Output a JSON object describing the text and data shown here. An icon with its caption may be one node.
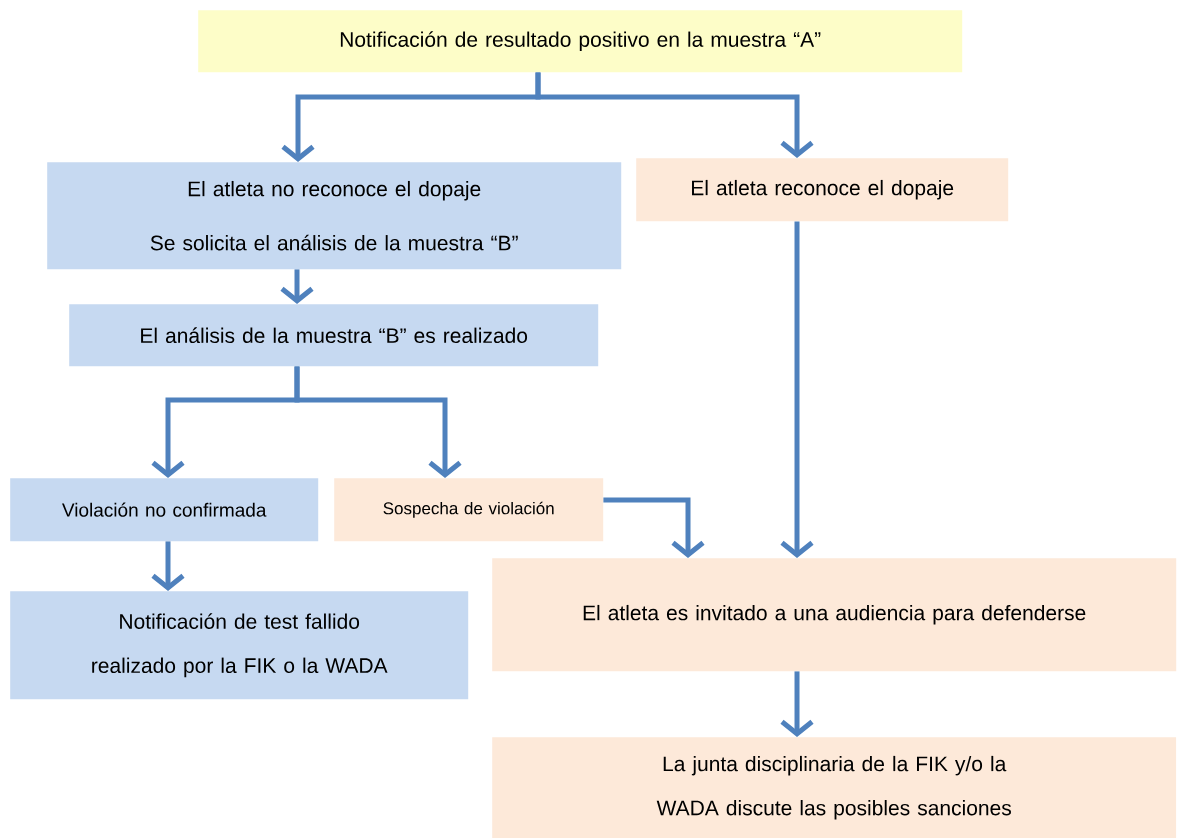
{
  "diagram": {
    "nodes": [
      {
        "text": [
          "Notificación de resultado positivo en la muestra “A”"
        ]
      },
      {
        "text": [
          "El atleta no reconoce el dopaje",
          "Se solicita el análisis de la muestra “B”"
        ]
      },
      {
        "text": [
          "El atleta reconoce el dopaje"
        ]
      },
      {
        "text": [
          "El análisis de la muestra “B” es realizado"
        ]
      },
      {
        "text": [
          "Violación no confirmada"
        ]
      },
      {
        "text": [
          "Sospecha de violación"
        ]
      },
      {
        "text": [
          "Notificación de test fallido realizado por la FIK o la WADA"
        ]
      },
      {
        "text": [
          "El atleta es invitado a una audiencia para defenderse"
        ]
      },
      {
        "text": [
          "La junta disciplinaria de la FIK y/o la WADA discute las posibles sanciones"
        ]
      }
    ],
    "edges": [
      {
        "from": 0,
        "to": 1,
        "arrow": "to"
      },
      {
        "from": 0,
        "to": 2,
        "arrow": "to"
      },
      {
        "from": 1,
        "to": 3,
        "arrow": "to"
      },
      {
        "from": 3,
        "to": 4,
        "arrow": "to"
      },
      {
        "from": 3,
        "to": 5,
        "arrow": "to"
      },
      {
        "from": 4,
        "to": 6,
        "arrow": "to"
      },
      {
        "from": 5,
        "to": 7,
        "arrow": "to"
      },
      {
        "from": 2,
        "to": 7,
        "arrow": "to"
      },
      {
        "from": 7,
        "to": 8,
        "arrow": "to"
      }
    ]
  }
}
